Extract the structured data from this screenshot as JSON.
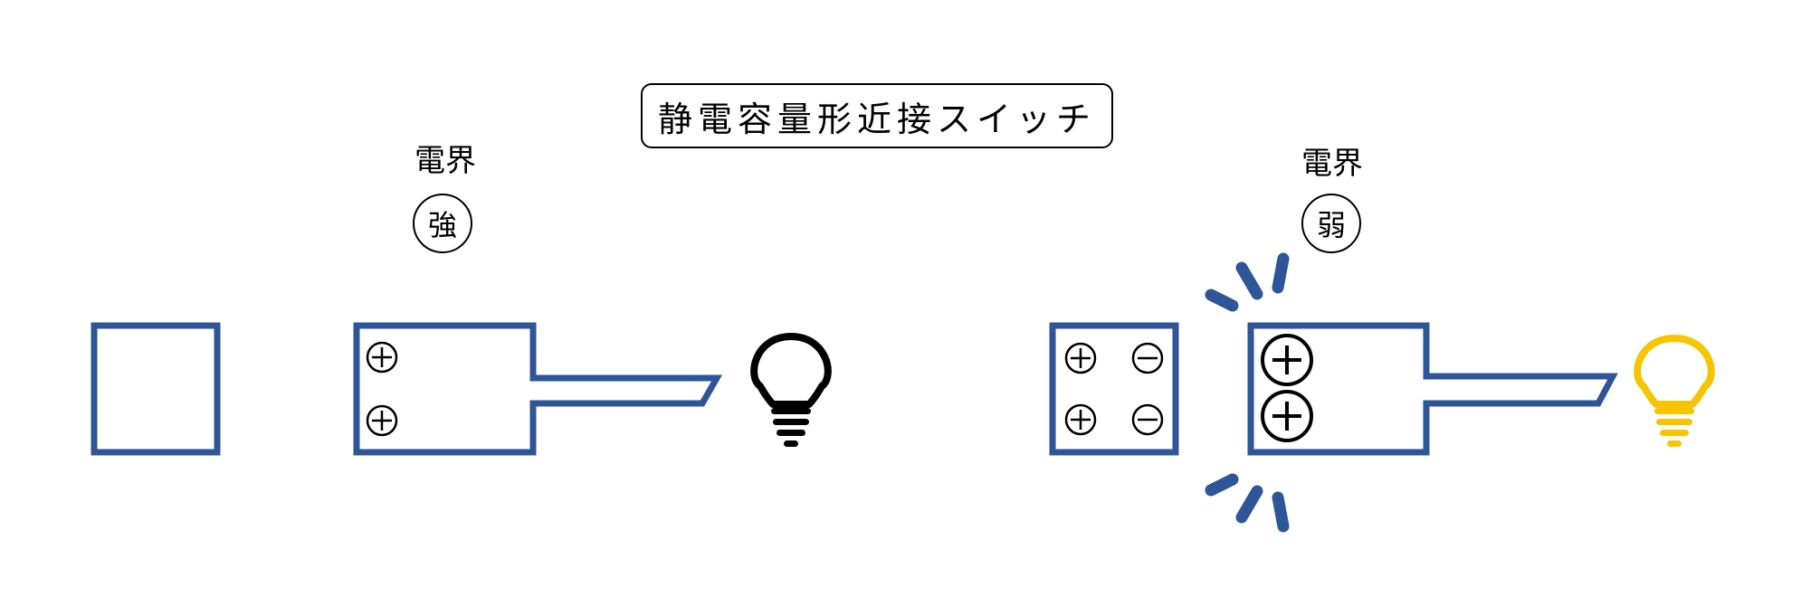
{
  "title": "静電容量形近接スイッチ",
  "left_state": {
    "field_label": "電界",
    "strength": "強",
    "bulb_state": "off"
  },
  "right_state": {
    "field_label": "電界",
    "strength": "弱",
    "bulb_state": "on"
  },
  "colors": {
    "outline": "#2e5597",
    "bulb_off": "#000000",
    "bulb_on": "#f7c400",
    "text": "#000000"
  }
}
